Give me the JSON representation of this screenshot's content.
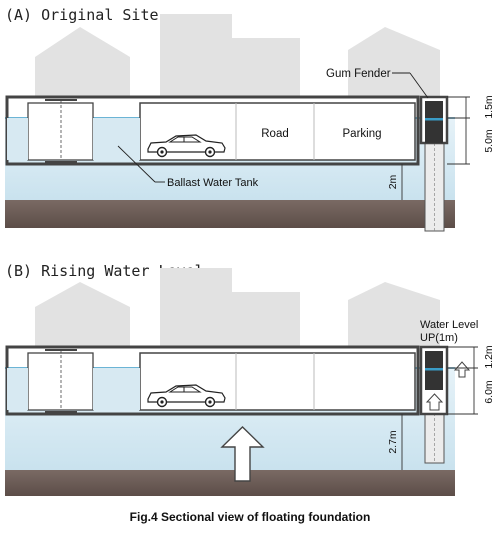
{
  "panel_a": {
    "title": "(A) Original Site",
    "gum_fender": "Gum Fender",
    "road": "Road",
    "parking": "Parking",
    "ballast_tank": "Ballast Water Tank",
    "dim_top": "1.5m",
    "dim_depth": "5.0m",
    "dim_clearance": "2m"
  },
  "panel_b": {
    "title": "(B) Rising Water Level",
    "water_level_line1": "Water Level",
    "water_level_line2": "UP(1m)",
    "dim_top": "1.2m",
    "dim_depth": "6.0m",
    "dim_clearance": "2.7m"
  },
  "caption": "Fig.4 Sectional view of floating foundation",
  "colors": {
    "house": "#e2e2e2",
    "water": "#d7e9f2",
    "water_line": "#3a9cc7",
    "ground": "#6a5a55",
    "structure": "#444444"
  }
}
